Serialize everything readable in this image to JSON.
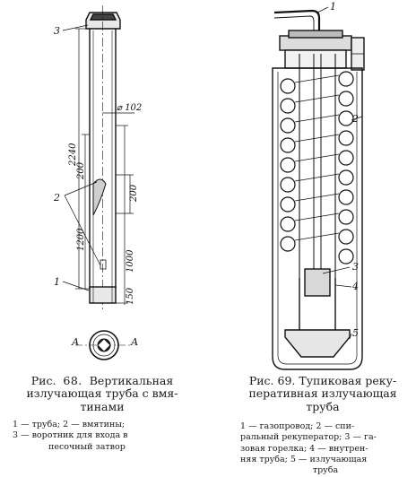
{
  "fig68": {
    "markers": {
      "m3": "3",
      "m2": "2",
      "m1": "1"
    },
    "dims": {
      "d102": "⌀ 102",
      "d2240": "2240",
      "d200a": "200",
      "d200b": "200",
      "d1200": "1200",
      "d1000": "1000",
      "d150": "150"
    },
    "section": {
      "a_left": "А",
      "a_right": "А"
    },
    "caption": {
      "line1_prefix": "Рис.",
      "line1_num": "68.",
      "line1_rest": "Вертикальная",
      "line2": "излучающая труба с вмя-",
      "line3": "тинами"
    },
    "legend": {
      "l1": "1 — труба;    2 — вмятины;",
      "l2": "3 — воротник для входа в",
      "l3": "песочный затвор"
    }
  },
  "fig69": {
    "markers": {
      "m1": "1",
      "m2": "2",
      "m3": "3",
      "m4": "4",
      "m5": "5"
    },
    "caption": {
      "line1": "Рис. 69. Тупиковая реку-",
      "line2": "перативная  излучающая",
      "line3": "труба"
    },
    "legend": {
      "l1": "1 — газопровод;    2 — спи-",
      "l2": "ральный рекуператор; 3 — га-",
      "l3": "зовая горелка; 4 — внутрен-",
      "l4": "няя труба; 5 — излучающая",
      "l5": "труба"
    }
  }
}
